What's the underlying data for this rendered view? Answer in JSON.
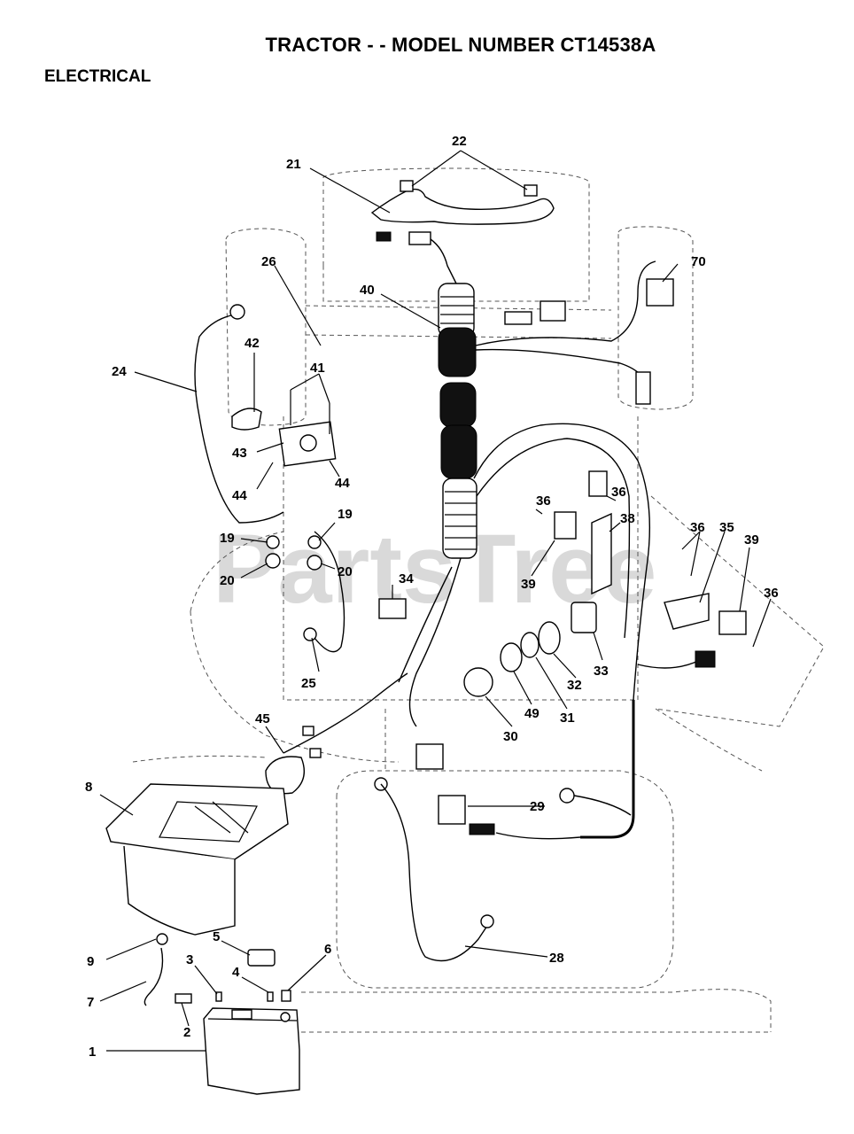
{
  "header": {
    "title": "TRACTOR - - MODEL NUMBER CT14538A",
    "section": "ELECTRICAL"
  },
  "watermark": "PartsTree",
  "callouts": [
    {
      "id": "c22",
      "label": "22"
    },
    {
      "id": "c21",
      "label": "21"
    },
    {
      "id": "c26",
      "label": "26"
    },
    {
      "id": "c70",
      "label": "70"
    },
    {
      "id": "c40",
      "label": "40"
    },
    {
      "id": "c42",
      "label": "42"
    },
    {
      "id": "c24",
      "label": "24"
    },
    {
      "id": "c41",
      "label": "41"
    },
    {
      "id": "c43",
      "label": "43"
    },
    {
      "id": "c44a",
      "label": "44"
    },
    {
      "id": "c44b",
      "label": "44"
    },
    {
      "id": "c19a",
      "label": "19"
    },
    {
      "id": "c19b",
      "label": "19"
    },
    {
      "id": "c20a",
      "label": "20"
    },
    {
      "id": "c20b",
      "label": "20"
    },
    {
      "id": "c36a",
      "label": "36"
    },
    {
      "id": "c36b",
      "label": "36"
    },
    {
      "id": "c38",
      "label": "38"
    },
    {
      "id": "c36c",
      "label": "36"
    },
    {
      "id": "c35",
      "label": "35"
    },
    {
      "id": "c39a",
      "label": "39"
    },
    {
      "id": "c39b",
      "label": "39"
    },
    {
      "id": "c36d",
      "label": "36"
    },
    {
      "id": "c34",
      "label": "34"
    },
    {
      "id": "c33",
      "label": "33"
    },
    {
      "id": "c32",
      "label": "32"
    },
    {
      "id": "c31",
      "label": "31"
    },
    {
      "id": "c49",
      "label": "49"
    },
    {
      "id": "c30",
      "label": "30"
    },
    {
      "id": "c25",
      "label": "25"
    },
    {
      "id": "c45",
      "label": "45"
    },
    {
      "id": "c8",
      "label": "8"
    },
    {
      "id": "c29",
      "label": "29"
    },
    {
      "id": "c28",
      "label": "28"
    },
    {
      "id": "c9",
      "label": "9"
    },
    {
      "id": "c5",
      "label": "5"
    },
    {
      "id": "c3",
      "label": "3"
    },
    {
      "id": "c4",
      "label": "4"
    },
    {
      "id": "c6",
      "label": "6"
    },
    {
      "id": "c7",
      "label": "7"
    },
    {
      "id": "c2",
      "label": "2"
    },
    {
      "id": "c1",
      "label": "1"
    }
  ]
}
